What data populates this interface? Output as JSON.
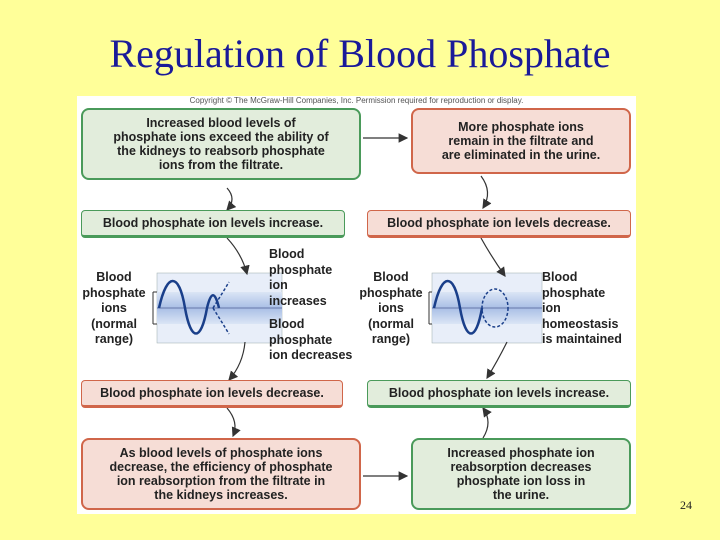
{
  "slide": {
    "title": "Regulation of Blood Phosphate",
    "page_number": "24"
  },
  "figure": {
    "copyright": "Copyright © The McGraw-Hill Companies, Inc. Permission required for reproduction or display.",
    "top_left_box": [
      "Increased blood levels of",
      "phosphate ions exceed the ability of",
      "the kidneys to reabsorb phosphate",
      "ions from the filtrate."
    ],
    "top_right_box": [
      "More phosphate ions",
      "remain in the filtrate and",
      "are eliminated in the urine."
    ],
    "bar_top_left": "Blood phosphate ion levels increase.",
    "bar_top_right": "Blood phosphate ion levels decrease.",
    "left_axis_label": [
      "Blood",
      "phosphate",
      "ions",
      "(normal",
      "range)"
    ],
    "left_increase_label": [
      "Blood",
      "phosphate",
      "ion",
      "increases"
    ],
    "left_decrease_label": [
      "Blood",
      "phosphate",
      "ion decreases"
    ],
    "right_axis_label": [
      "Blood",
      "phosphate",
      "ions",
      "(normal",
      "range)"
    ],
    "right_homeostasis_label": [
      "Blood",
      "phosphate",
      "ion",
      "homeostasis",
      "is maintained"
    ],
    "bar_bottom_left": "Blood phosphate ion levels decrease.",
    "bar_bottom_right": "Blood phosphate ion levels increase.",
    "bottom_left_box": [
      "As blood levels of phosphate ions",
      "decrease, the efficiency of phosphate",
      "ion reabsorption from the filtrate in",
      "the kidneys increases."
    ],
    "bottom_right_box": [
      "Increased phosphate ion",
      "reabsorption decreases",
      "phosphate ion loss in",
      "the urine."
    ]
  },
  "colors": {
    "background": "#ffff99",
    "title": "#1a1a99",
    "increase_border": "#4a9a5a",
    "increase_fill": "#e2eddc",
    "decrease_border": "#d0664a",
    "decrease_fill": "#f6ddd6",
    "normal_range_band": "#b4c8ea",
    "wave": "#1a3f8a"
  }
}
